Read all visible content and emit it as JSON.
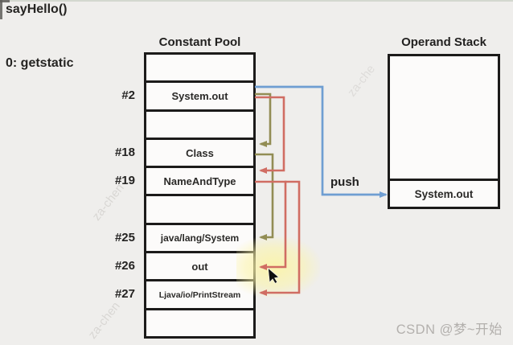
{
  "header": {
    "method_label": "sayHello()",
    "instruction_label": "0: getstatic"
  },
  "constant_pool": {
    "title": "Constant Pool",
    "rows": [
      {
        "index": "",
        "value": ""
      },
      {
        "index": "#2",
        "value": "System.out"
      },
      {
        "index": "",
        "value": ""
      },
      {
        "index": "#18",
        "value": "Class"
      },
      {
        "index": "#19",
        "value": "NameAndType"
      },
      {
        "index": "",
        "value": ""
      },
      {
        "index": "#25",
        "value": "java/lang/System"
      },
      {
        "index": "#26",
        "value": "out"
      },
      {
        "index": "#27",
        "value": "Ljava/io/PrintStream"
      },
      {
        "index": "",
        "value": ""
      }
    ]
  },
  "operand_stack": {
    "title": "Operand Stack",
    "pushed_value": "System.out"
  },
  "arrows": {
    "push_label": "push",
    "colors": {
      "push": "#6f9ed2",
      "class_ref": "#928d54",
      "name_ref": "#d06d63"
    }
  },
  "watermark": {
    "csdn": "CSDN @梦~开始",
    "fragments": [
      "za-chen",
      "za-chen",
      "za-che"
    ]
  }
}
